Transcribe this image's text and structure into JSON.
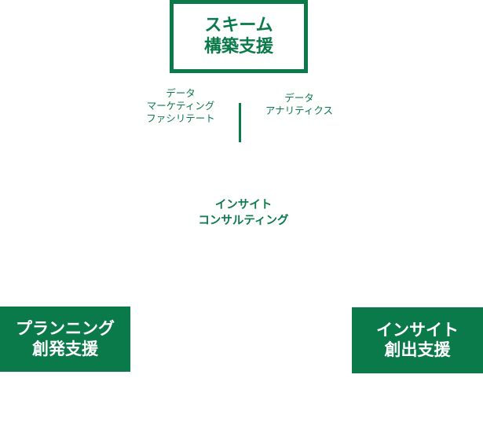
{
  "colors": {
    "primary": "#0b7a4b",
    "on_primary": "#ffffff"
  },
  "top_box": {
    "line1": "スキーム",
    "line2": "構築支援"
  },
  "left_label": {
    "line1": "データ",
    "line2": "マーケティング",
    "line3": "ファシリテート"
  },
  "right_label": {
    "line1": "データ",
    "line2": "アナリティクス"
  },
  "center": {
    "line1": "インサイト",
    "line2": "コンサルティング"
  },
  "left_box": {
    "line1": "プランニング",
    "line2": "創発支援"
  },
  "right_box": {
    "line1": "インサイト",
    "line2": "創出支援"
  }
}
